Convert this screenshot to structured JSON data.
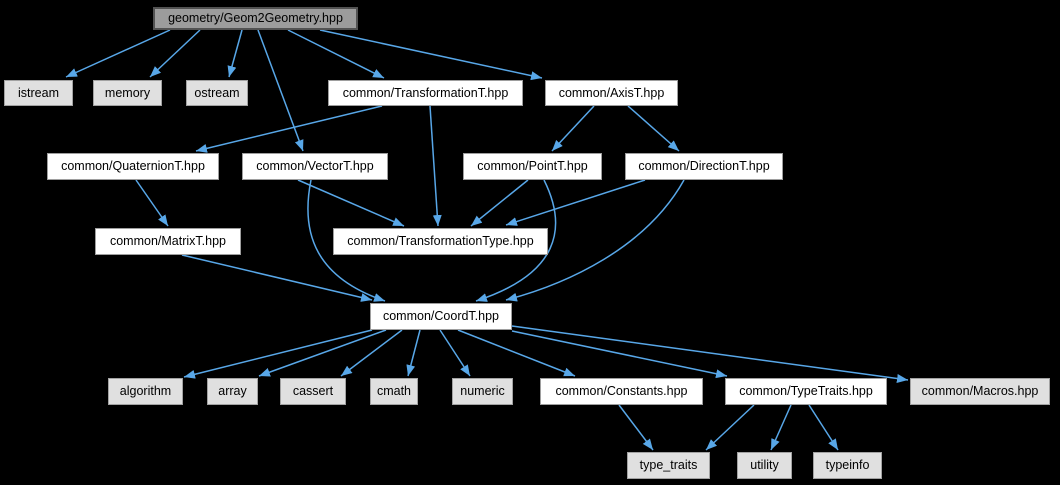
{
  "colors": {
    "background": "#000000",
    "edge": "#58a7e8",
    "leaf_fill": "#e0e0e0",
    "leaf_border": "#a2a2a2",
    "documented_fill": "#ffffff",
    "documented_border": "#9e9e9e",
    "root_fill": "#9c9c9c",
    "root_border": "#525252",
    "text": "#000000"
  },
  "graph": {
    "type": "include-dependency-graph",
    "nodes": [
      {
        "id": "geom2geometry",
        "label": "geometry/Geom2Geometry.hpp",
        "kind": "root"
      },
      {
        "id": "istream",
        "label": "istream",
        "kind": "leaf"
      },
      {
        "id": "memory",
        "label": "memory",
        "kind": "leaf"
      },
      {
        "id": "ostream",
        "label": "ostream",
        "kind": "leaf"
      },
      {
        "id": "transformationt",
        "label": "common/TransformationT.hpp",
        "kind": "doc"
      },
      {
        "id": "axist",
        "label": "common/AxisT.hpp",
        "kind": "doc"
      },
      {
        "id": "quaterniont",
        "label": "common/QuaternionT.hpp",
        "kind": "doc"
      },
      {
        "id": "vectort",
        "label": "common/VectorT.hpp",
        "kind": "doc"
      },
      {
        "id": "pointt",
        "label": "common/PointT.hpp",
        "kind": "doc"
      },
      {
        "id": "directiont",
        "label": "common/DirectionT.hpp",
        "kind": "doc"
      },
      {
        "id": "matrixt",
        "label": "common/MatrixT.hpp",
        "kind": "doc"
      },
      {
        "id": "transformationtype",
        "label": "common/TransformationType.hpp",
        "kind": "doc"
      },
      {
        "id": "coordt",
        "label": "common/CoordT.hpp",
        "kind": "doc"
      },
      {
        "id": "algorithm",
        "label": "algorithm",
        "kind": "leaf"
      },
      {
        "id": "array",
        "label": "array",
        "kind": "leaf"
      },
      {
        "id": "cassert",
        "label": "cassert",
        "kind": "leaf"
      },
      {
        "id": "cmath",
        "label": "cmath",
        "kind": "leaf"
      },
      {
        "id": "numeric",
        "label": "numeric",
        "kind": "leaf"
      },
      {
        "id": "constants",
        "label": "common/Constants.hpp",
        "kind": "doc"
      },
      {
        "id": "typetraits",
        "label": "common/TypeTraits.hpp",
        "kind": "doc"
      },
      {
        "id": "macros",
        "label": "common/Macros.hpp",
        "kind": "leaf"
      },
      {
        "id": "type_traits",
        "label": "type_traits",
        "kind": "leaf"
      },
      {
        "id": "utility",
        "label": "utility",
        "kind": "leaf"
      },
      {
        "id": "typeinfo",
        "label": "typeinfo",
        "kind": "leaf"
      }
    ],
    "edges": [
      {
        "from": "geom2geometry",
        "to": "istream"
      },
      {
        "from": "geom2geometry",
        "to": "memory"
      },
      {
        "from": "geom2geometry",
        "to": "ostream"
      },
      {
        "from": "geom2geometry",
        "to": "vectort"
      },
      {
        "from": "geom2geometry",
        "to": "transformationt"
      },
      {
        "from": "geom2geometry",
        "to": "axist"
      },
      {
        "from": "transformationt",
        "to": "quaterniont"
      },
      {
        "from": "transformationt",
        "to": "transformationtype"
      },
      {
        "from": "axist",
        "to": "pointt"
      },
      {
        "from": "axist",
        "to": "directiont"
      },
      {
        "from": "quaterniont",
        "to": "matrixt"
      },
      {
        "from": "vectort",
        "to": "transformationtype"
      },
      {
        "from": "vectort",
        "to": "coordt"
      },
      {
        "from": "pointt",
        "to": "transformationtype"
      },
      {
        "from": "pointt",
        "to": "coordt"
      },
      {
        "from": "directiont",
        "to": "transformationtype"
      },
      {
        "from": "directiont",
        "to": "coordt"
      },
      {
        "from": "matrixt",
        "to": "coordt"
      },
      {
        "from": "coordt",
        "to": "algorithm"
      },
      {
        "from": "coordt",
        "to": "array"
      },
      {
        "from": "coordt",
        "to": "cassert"
      },
      {
        "from": "coordt",
        "to": "cmath"
      },
      {
        "from": "coordt",
        "to": "numeric"
      },
      {
        "from": "coordt",
        "to": "constants"
      },
      {
        "from": "coordt",
        "to": "typetraits"
      },
      {
        "from": "coordt",
        "to": "macros"
      },
      {
        "from": "constants",
        "to": "type_traits"
      },
      {
        "from": "typetraits",
        "to": "type_traits"
      },
      {
        "from": "typetraits",
        "to": "utility"
      },
      {
        "from": "typetraits",
        "to": "typeinfo"
      }
    ]
  }
}
